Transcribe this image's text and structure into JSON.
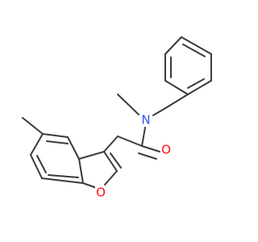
{
  "colors": {
    "bond": "#3a3a3a",
    "N": "#3050f8",
    "O": "#ff0d0d",
    "background": "#ffffff"
  },
  "atoms": {
    "nitrogen": "N",
    "carbonyl_oxygen": "O",
    "furan_oxygen": "O"
  }
}
